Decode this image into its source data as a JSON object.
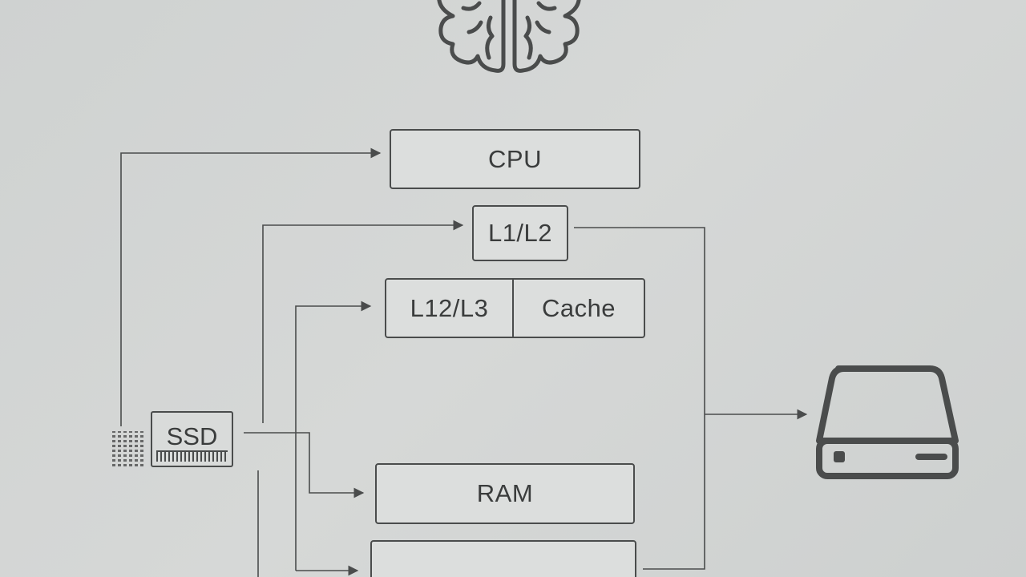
{
  "diagram": {
    "nodes": {
      "cpu": "CPU",
      "l1l2": "L1/L2",
      "l3_left": "L12/L3",
      "l3_right": "Cache",
      "ram": "RAM",
      "ssd": "SSD",
      "bottom": ""
    },
    "icons": {
      "brain": "brain-icon",
      "drive": "hard-drive-icon",
      "chip": "memory-chip-icon"
    },
    "colors": {
      "background": "#d1d4d3",
      "stroke": "#4a4c4c",
      "box_fill": "#dcdedd",
      "text": "#3a3c3c"
    }
  }
}
